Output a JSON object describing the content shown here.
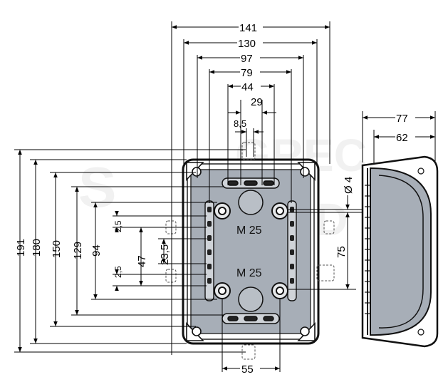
{
  "front_view": {
    "width_dims": [
      "141",
      "130",
      "97",
      "79",
      "44",
      "29",
      "8,5"
    ],
    "height_dims": [
      "191",
      "180",
      "150",
      "129",
      "94"
    ],
    "small_dims": [
      "2,5",
      "47",
      "23,5",
      "2,5"
    ],
    "bottom_dim": "55",
    "gland_labels": [
      "M 25",
      "M 25"
    ],
    "hole_dim": "Ø 4",
    "side_dim": "75"
  },
  "side_view": {
    "depth_dims": [
      "77",
      "62"
    ]
  },
  "watermark": {
    "line1": "S",
    "line2": "GREC",
    "line3": "ROAD"
  }
}
